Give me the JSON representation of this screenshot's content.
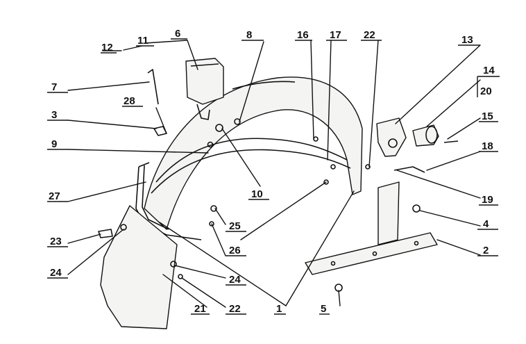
{
  "diagram": {
    "labels": [
      "1",
      "2",
      "3",
      "4",
      "5",
      "6",
      "7",
      "8",
      "9",
      "10",
      "11",
      "12",
      "13",
      "14",
      "15",
      "16",
      "17",
      "18",
      "19",
      "20",
      "21",
      "22",
      "23",
      "24",
      "25",
      "26",
      "27",
      "28"
    ],
    "repeat_labels": [
      "22",
      "24"
    ]
  }
}
